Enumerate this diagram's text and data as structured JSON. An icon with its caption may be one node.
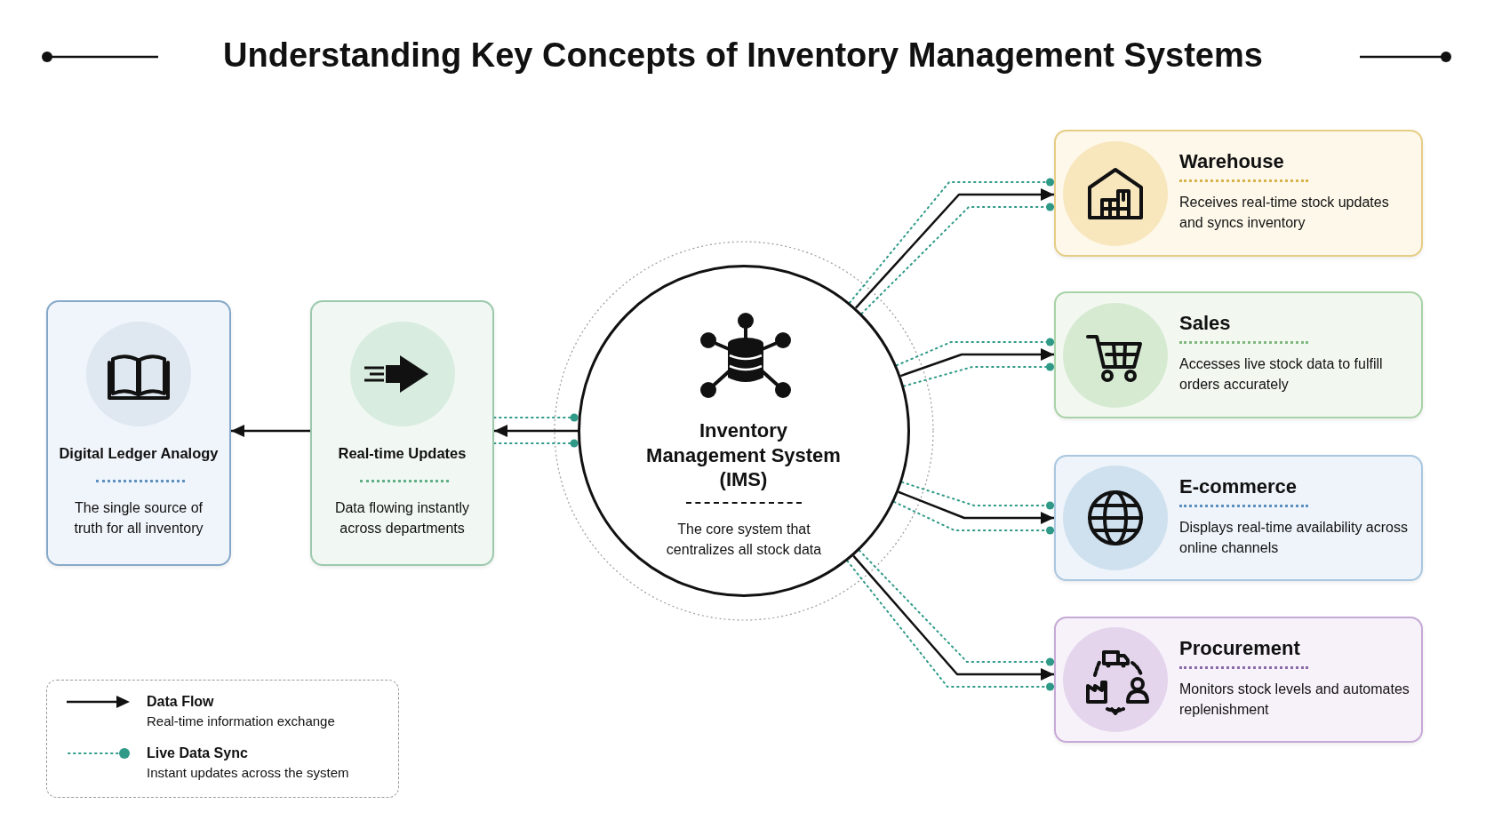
{
  "diagram": {
    "title": "Understanding Key Concepts of Inventory Management Systems",
    "nodes": [
      {
        "text": [
          "Digital Ledger Analogy",
          "The single source of truth for all inventory"
        ]
      },
      {
        "text": [
          "Real-time Updates",
          "Data flowing instantly across departments"
        ]
      },
      {
        "text": [
          "Inventory Management System (IMS)",
          "The core system that centralizes all stock data"
        ]
      },
      {
        "text": [
          "Warehouse",
          "Receives real-time stock updates and syncs inventory"
        ]
      },
      {
        "text": [
          "Sales",
          "Accesses live stock data to fulfill orders accurately"
        ]
      },
      {
        "text": [
          "E-commerce",
          "Displays real-time availability across online channels"
        ]
      },
      {
        "text": [
          "Procurement",
          "Monitors stock levels and automates replenishment"
        ]
      }
    ],
    "edges": [
      {
        "from": 2,
        "to": 1,
        "arrow": "to",
        "color": "#111111"
      },
      {
        "from": 1,
        "to": 0,
        "arrow": "to",
        "color": "#111111"
      },
      {
        "from": 2,
        "to": 3,
        "arrow": "to",
        "color": "#111111"
      },
      {
        "from": 2,
        "to": 4,
        "arrow": "to",
        "color": "#111111"
      },
      {
        "from": 2,
        "to": 5,
        "arrow": "to",
        "color": "#111111"
      },
      {
        "from": 2,
        "to": 6,
        "arrow": "to",
        "color": "#111111"
      },
      {
        "from": 1,
        "to": 2,
        "arrow": "other",
        "style": "dashed"
      },
      {
        "from": 1,
        "to": 2,
        "arrow": "other",
        "style": "dashed"
      },
      {
        "from": 2,
        "to": 3,
        "arrow": "other",
        "style": "dashed"
      },
      {
        "from": 2,
        "to": 3,
        "arrow": "other",
        "style": "dashed"
      },
      {
        "from": 2,
        "to": 4,
        "arrow": "other",
        "style": "dashed"
      },
      {
        "from": 2,
        "to": 4,
        "arrow": "other",
        "style": "dashed"
      },
      {
        "from": 2,
        "to": 5,
        "arrow": "other",
        "style": "dashed"
      },
      {
        "from": 2,
        "to": 5,
        "arrow": "other",
        "style": "dashed"
      },
      {
        "from": 2,
        "to": 6,
        "arrow": "other",
        "style": "dashed"
      },
      {
        "from": 2,
        "to": 6,
        "arrow": "other",
        "style": "dashed"
      }
    ],
    "labels": [
      "Real-time information exchange",
      "Instant updates across the system"
    ],
    "legend": [
      {
        "text": "Data Flow"
      },
      {
        "text": "Live Data Sync"
      }
    ]
  }
}
